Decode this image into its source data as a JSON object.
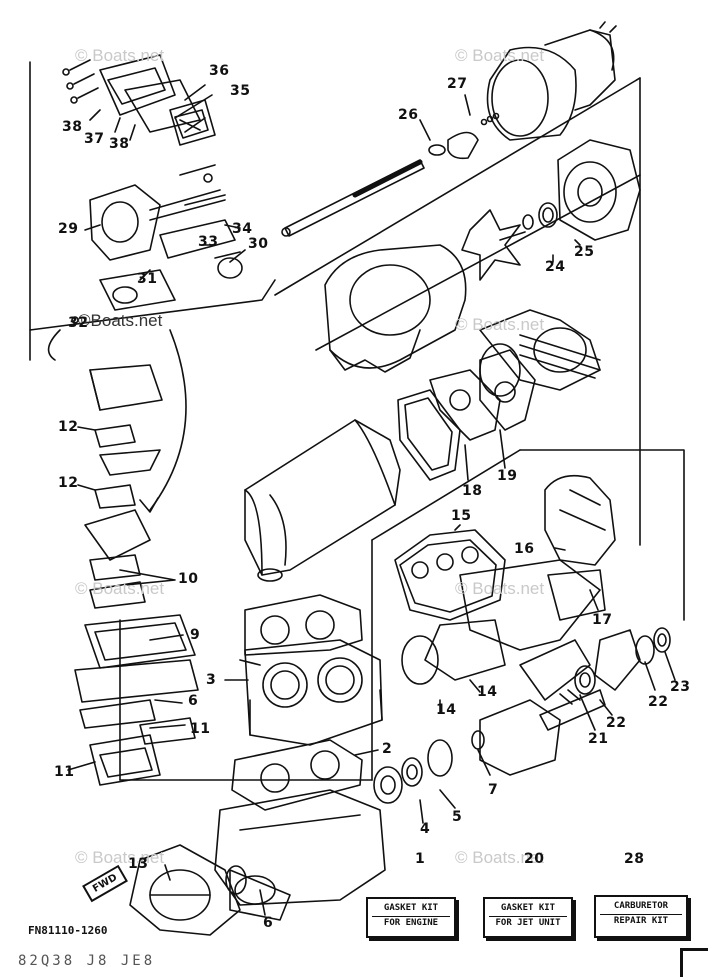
{
  "watermarks": [
    "© Boats.net",
    "© Boats.net",
    "© Boats.net",
    "© Boats.net",
    "© Boats.net",
    "© Boats.net",
    "© Boats.net",
    "©Boats.net"
  ],
  "callouts": {
    "n1": "1",
    "n2": "2",
    "n3": "3",
    "n4": "4",
    "n5": "5",
    "n6": "6",
    "n7": "7",
    "n9": "9",
    "n10": "10",
    "n11a": "11",
    "n11b": "11",
    "n12a": "12",
    "n12b": "12",
    "n13": "13",
    "n14a": "14",
    "n14b": "14",
    "n15": "15",
    "n16": "16",
    "n17": "17",
    "n18": "18",
    "n19": "19",
    "n20": "20",
    "n21": "21",
    "n22a": "22",
    "n22b": "22",
    "n23": "23",
    "n24": "24",
    "n25": "25",
    "n26": "26",
    "n27": "27",
    "n28": "28",
    "n29": "29",
    "n30": "30",
    "n31": "31",
    "n32": "32",
    "n33": "33",
    "n34": "34",
    "n35": "35",
    "n36": "36",
    "n37": "37",
    "n38a": "38",
    "n38b": "38"
  },
  "kits": {
    "gasket_engine": [
      "GASKET KIT",
      "FOR ENGINE"
    ],
    "gasket_jet": [
      "GASKET KIT",
      "FOR JET UNIT"
    ],
    "carburetor": [
      "CARBURETOR",
      "REPAIR KIT"
    ]
  },
  "fwd_label": "FWD",
  "figure_code": "FN81110-1260",
  "footer_code": "82Q38 J8 JE8"
}
